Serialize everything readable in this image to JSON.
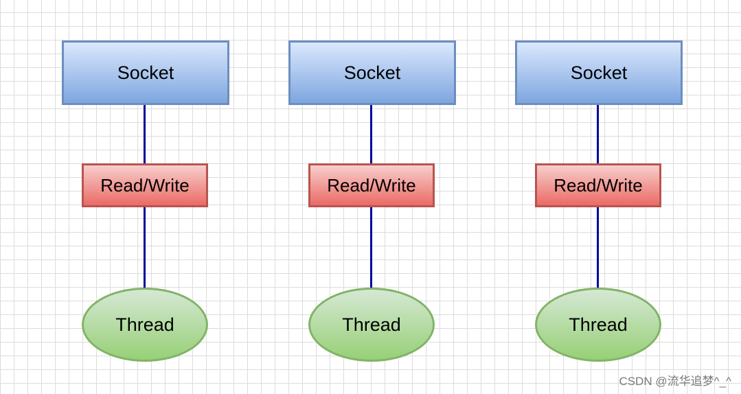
{
  "columns": [
    {
      "socket": "Socket",
      "rw": "Read/Write",
      "thread": "Thread"
    },
    {
      "socket": "Socket",
      "rw": "Read/Write",
      "thread": "Thread"
    },
    {
      "socket": "Socket",
      "rw": "Read/Write",
      "thread": "Thread"
    }
  ],
  "watermark": "CSDN @流华追梦^_^",
  "colors": {
    "socket_fill_top": "#dae8fc",
    "socket_fill_bottom": "#7ea6e0",
    "socket_border": "#6c8ebf",
    "rw_fill_top": "#f8cecc",
    "rw_fill_bottom": "#ea6b66",
    "rw_border": "#b85450",
    "thread_fill_top": "#d5e8d4",
    "thread_fill_bottom": "#97d077",
    "thread_border": "#82b366",
    "connector": "#000099"
  }
}
